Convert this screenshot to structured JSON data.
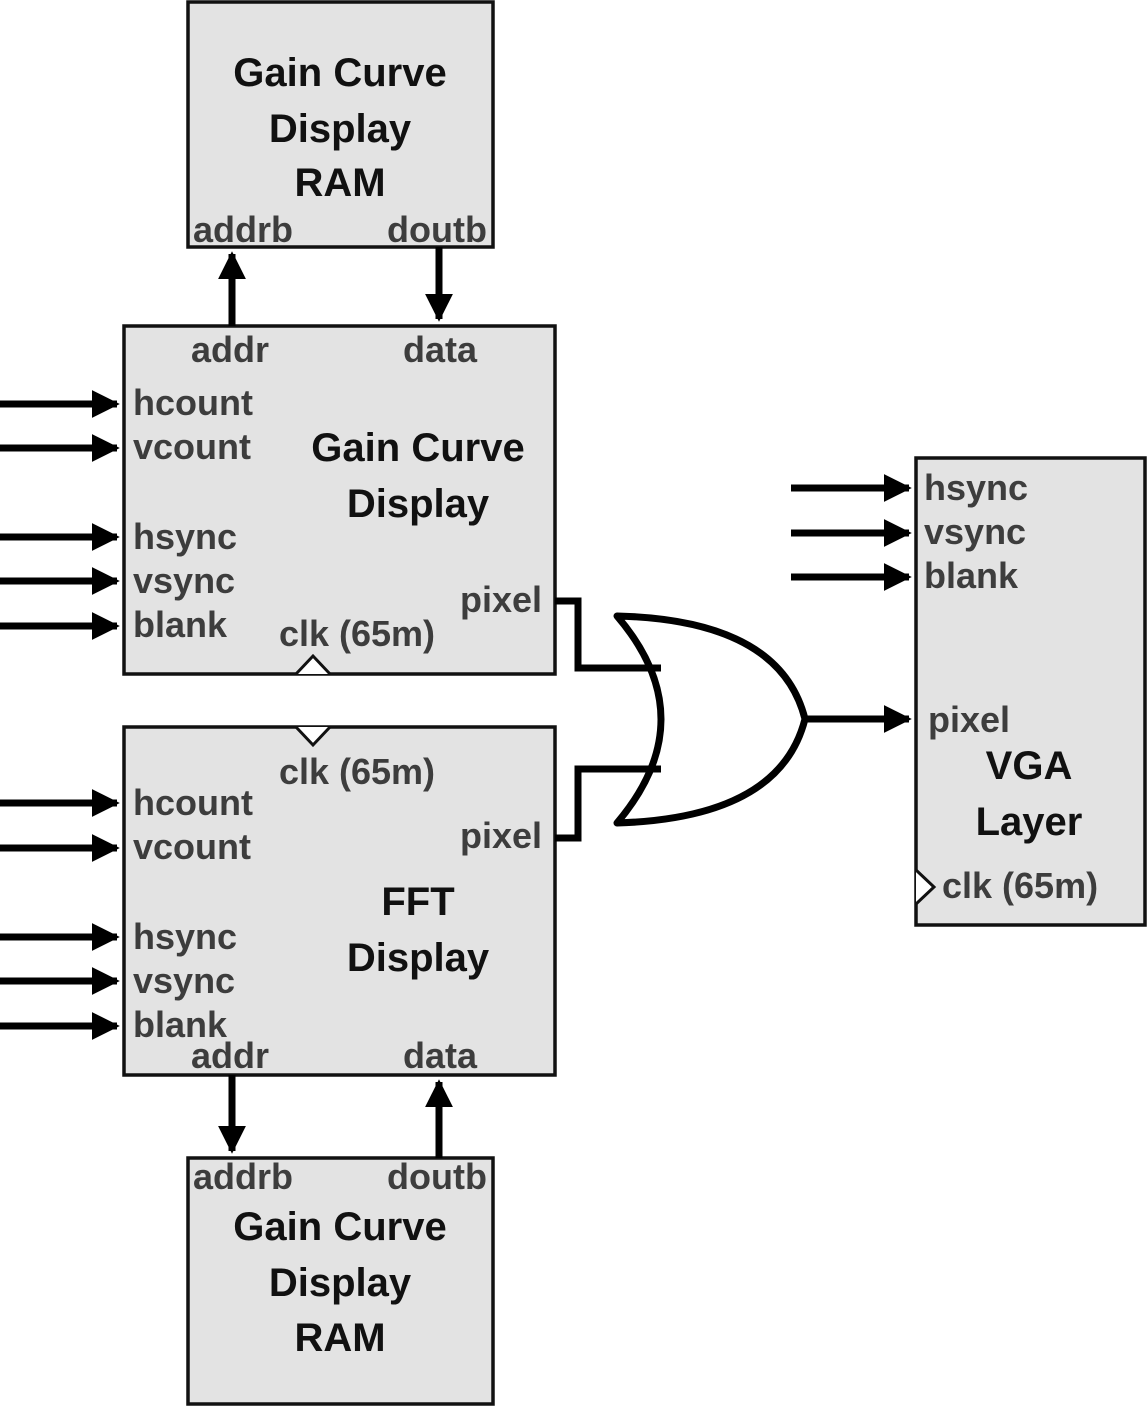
{
  "ram_top": {
    "title": [
      "Gain Curve",
      "Display",
      "RAM"
    ],
    "ports": {
      "addr": "addrb",
      "data": "doutb"
    }
  },
  "gain_display": {
    "title": [
      "Gain Curve",
      "Display"
    ],
    "ports": {
      "addr": "addr",
      "data": "data",
      "hcount": "hcount",
      "vcount": "vcount",
      "hsync": "hsync",
      "vsync": "vsync",
      "blank": "blank",
      "pixel": "pixel",
      "clk": "clk (65m)"
    }
  },
  "fft_display": {
    "title": [
      "FFT",
      "Display"
    ],
    "ports": {
      "clk": "clk (65m)",
      "hcount": "hcount",
      "vcount": "vcount",
      "hsync": "hsync",
      "vsync": "vsync",
      "blank": "blank",
      "pixel": "pixel",
      "addr": "addr",
      "data": "data"
    }
  },
  "ram_bottom": {
    "title": [
      "Gain Curve",
      "Display",
      "RAM"
    ],
    "ports": {
      "addr": "addrb",
      "data": "doutb"
    }
  },
  "vga_layer": {
    "title": [
      "VGA",
      "Layer"
    ],
    "ports": {
      "hsync": "hsync",
      "vsync": "vsync",
      "blank": "blank",
      "pixel": "pixel",
      "clk": "clk (65m)"
    }
  },
  "or_gate": {
    "icon": "or-gate-icon"
  },
  "colors": {
    "block_fill": "#e3e3e3",
    "label_text": "#3d3d3d",
    "title_text": "#111111",
    "wire": "#000000"
  }
}
